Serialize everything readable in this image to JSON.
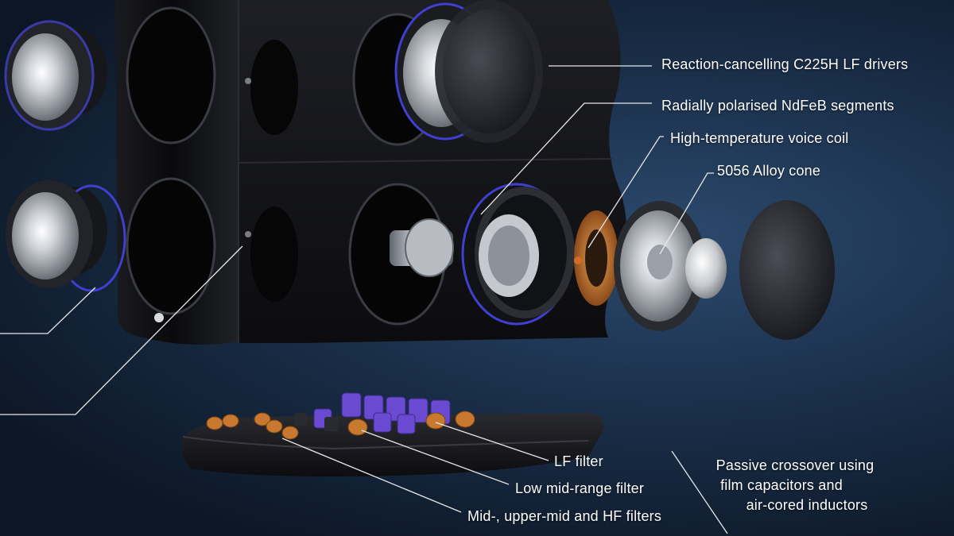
{
  "callouts": {
    "lf_drivers": "Reaction-cancelling C225H LF drivers",
    "ndfeb": "Radially polarised NdFeB segments",
    "voice_coil": "High-temperature voice coil",
    "cone": "5056 Alloy cone",
    "lf_filter": "LF filter",
    "low_mid_filter": "Low mid-range filter",
    "mid_hf_filters": "Mid-, upper-mid and HF filters",
    "crossover": {
      "line1": "Passive crossover using",
      "line2": "film capacitors and",
      "line3": "air-cored inductors"
    }
  },
  "colors": {
    "background": "#1a2f4a",
    "cabinet": "#0b0b0d",
    "accent_ring": "#3f3fd0",
    "copper": "#c8782f",
    "capacitor": "#6a4ad0",
    "leader_line": "#e8e8e8"
  }
}
